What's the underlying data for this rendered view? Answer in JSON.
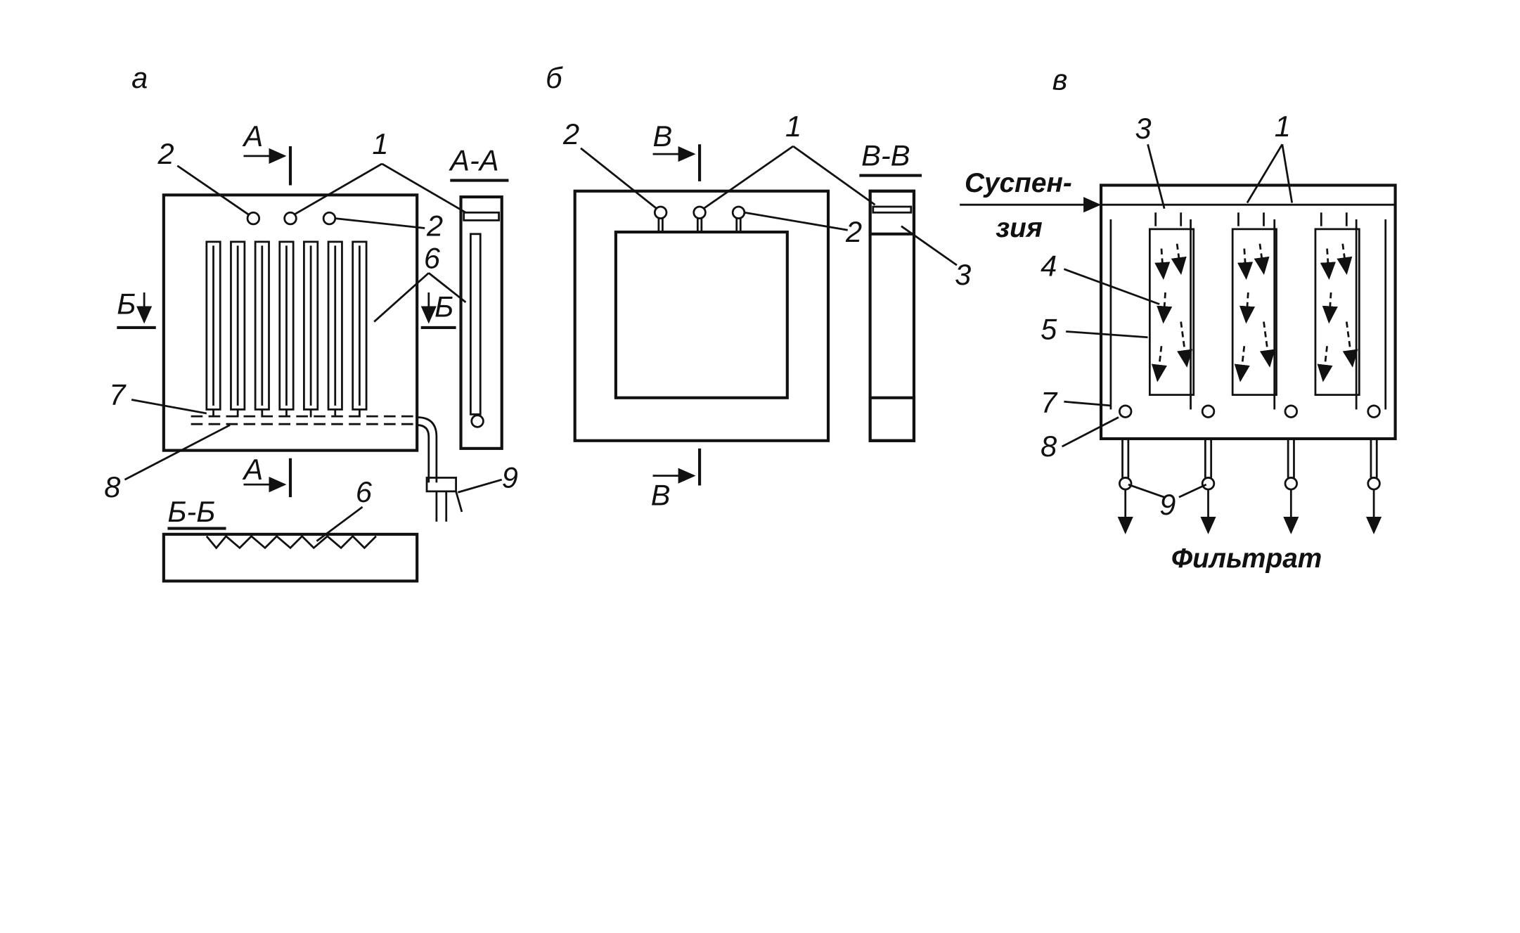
{
  "panels": {
    "a": {
      "title": "а",
      "cut_a": "А",
      "cut_b": "Б",
      "section_aa": "А-А",
      "section_bb": "Б-Б",
      "n1": "1",
      "n2": "2",
      "n6": "6",
      "n7": "7",
      "n8": "8",
      "n9": "9"
    },
    "b": {
      "title": "б",
      "cut_v": "В",
      "section_vv": "В-В",
      "n1": "1",
      "n2": "2",
      "n3": "3"
    },
    "v": {
      "title": "в",
      "n1": "1",
      "n3": "3",
      "n4": "4",
      "n5": "5",
      "n7": "7",
      "n8": "8",
      "n9": "9",
      "inlet_1": "Суспен-",
      "inlet_2": "зия",
      "outlet": "Фильтрат"
    }
  },
  "colors": {
    "ink": "#111111",
    "paper": "#ffffff"
  }
}
